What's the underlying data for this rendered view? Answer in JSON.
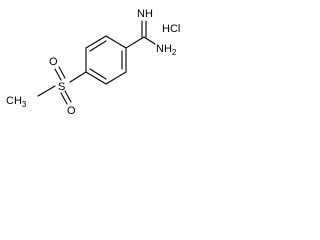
{
  "structure": {
    "atoms": {
      "sulfur": "S",
      "oxygen_top": "O",
      "oxygen_bottom": "O",
      "methyl": "CH",
      "methyl_sub": "3",
      "imine": "NH",
      "amine": "NH",
      "amine_sub": "2"
    },
    "salt": "HCl"
  }
}
